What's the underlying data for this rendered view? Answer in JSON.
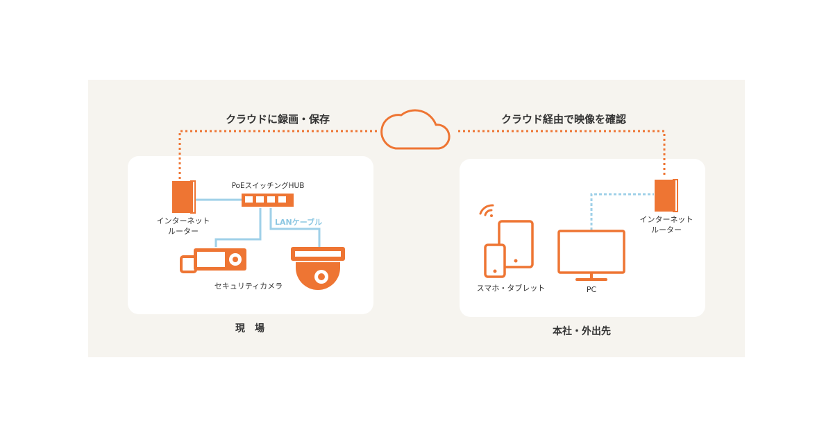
{
  "colors": {
    "accent": "#ee7533",
    "background_panel": "#f6f4ef",
    "card": "#ffffff",
    "lan_line": "#9fd0e8",
    "text": "#333333"
  },
  "cloud": {
    "left_label": "クラウドに録画・保存",
    "right_label": "クラウド経由で映像を確認"
  },
  "site": {
    "section_label": "現　場",
    "router_label_line1": "インターネット",
    "router_label_line2": "ルーター",
    "hub_label": "PoEスイッチングHUB",
    "lan_label": "LANケーブル",
    "camera_label": "セキュリティカメラ"
  },
  "office": {
    "section_label": "本社・外出先",
    "router_label_line1": "インターネット",
    "router_label_line2": "ルーター",
    "mobile_label": "スマホ・タブレット",
    "pc_label": "PC"
  },
  "icons": [
    "cloud-icon",
    "router-icon",
    "hub-icon",
    "bullet-camera-icon",
    "dome-camera-icon",
    "wifi-icon",
    "smartphone-icon",
    "tablet-icon",
    "monitor-icon"
  ]
}
